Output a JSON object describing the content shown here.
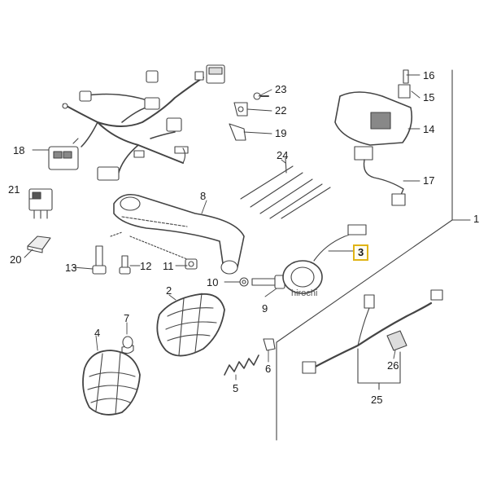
{
  "callouts": {
    "c1": "1",
    "c2": "2",
    "c3": "3",
    "c4": "4",
    "c5": "5",
    "c6": "6",
    "c7": "7",
    "c8": "8",
    "c9": "9",
    "c10": "10",
    "c11": "11",
    "c12": "12",
    "c13": "13",
    "c14": "14",
    "c15": "15",
    "c16": "16",
    "c17": "17",
    "c18": "18",
    "c19": "19",
    "c20": "20",
    "c21": "21",
    "c22": "22",
    "c23": "23",
    "c24": "24",
    "c25": "25",
    "c26": "26"
  },
  "highlighted_callout": "3",
  "highlight_color": "#e0b416",
  "watermark": "hirochi",
  "line_color": "#444444"
}
